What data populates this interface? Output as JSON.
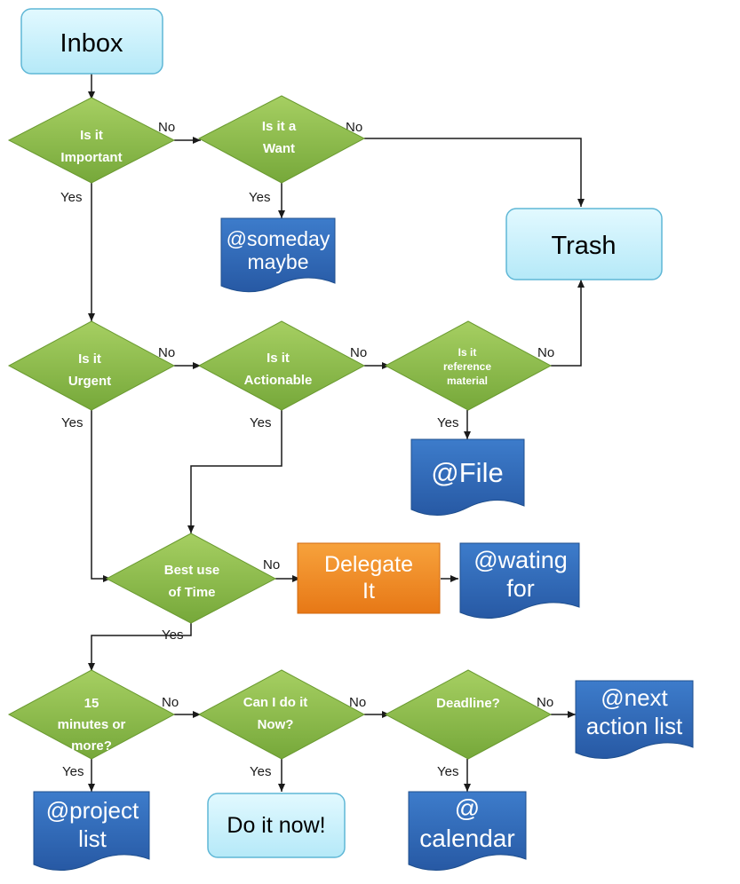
{
  "terminals": {
    "inbox": "Inbox",
    "trash": "Trash",
    "do_now": "Do it now!"
  },
  "decisions": {
    "important": [
      "Is it",
      "Important"
    ],
    "want": [
      "Is it a",
      "Want"
    ],
    "urgent": [
      "Is it",
      "Urgent"
    ],
    "actionable": [
      "Is it",
      "Actionable"
    ],
    "reference": [
      "Is it",
      "reference",
      "material"
    ],
    "best_use": [
      "Best use",
      "of Time"
    ],
    "fifteen": [
      "15",
      "minutes or",
      "more?"
    ],
    "can_do": [
      "Can I do it",
      "Now?"
    ],
    "deadline": [
      "Deadline?"
    ]
  },
  "lists": {
    "someday": [
      "@someday",
      "maybe"
    ],
    "file": [
      "@File"
    ],
    "waiting": [
      "@wating",
      "for"
    ],
    "next_action": [
      "@next",
      "action list"
    ],
    "project": [
      "@project",
      "list"
    ],
    "calendar": [
      "@",
      "calendar"
    ]
  },
  "process": {
    "delegate": [
      "Delegate",
      "It"
    ]
  },
  "edge_labels": {
    "yes": "Yes",
    "no": "No"
  },
  "colors": {
    "diamond": "#8dbd4a",
    "terminal": "#c5f0fb",
    "list": "#2f6bb8",
    "delegate": "#f08a1e",
    "line": "#1a1a1a"
  }
}
